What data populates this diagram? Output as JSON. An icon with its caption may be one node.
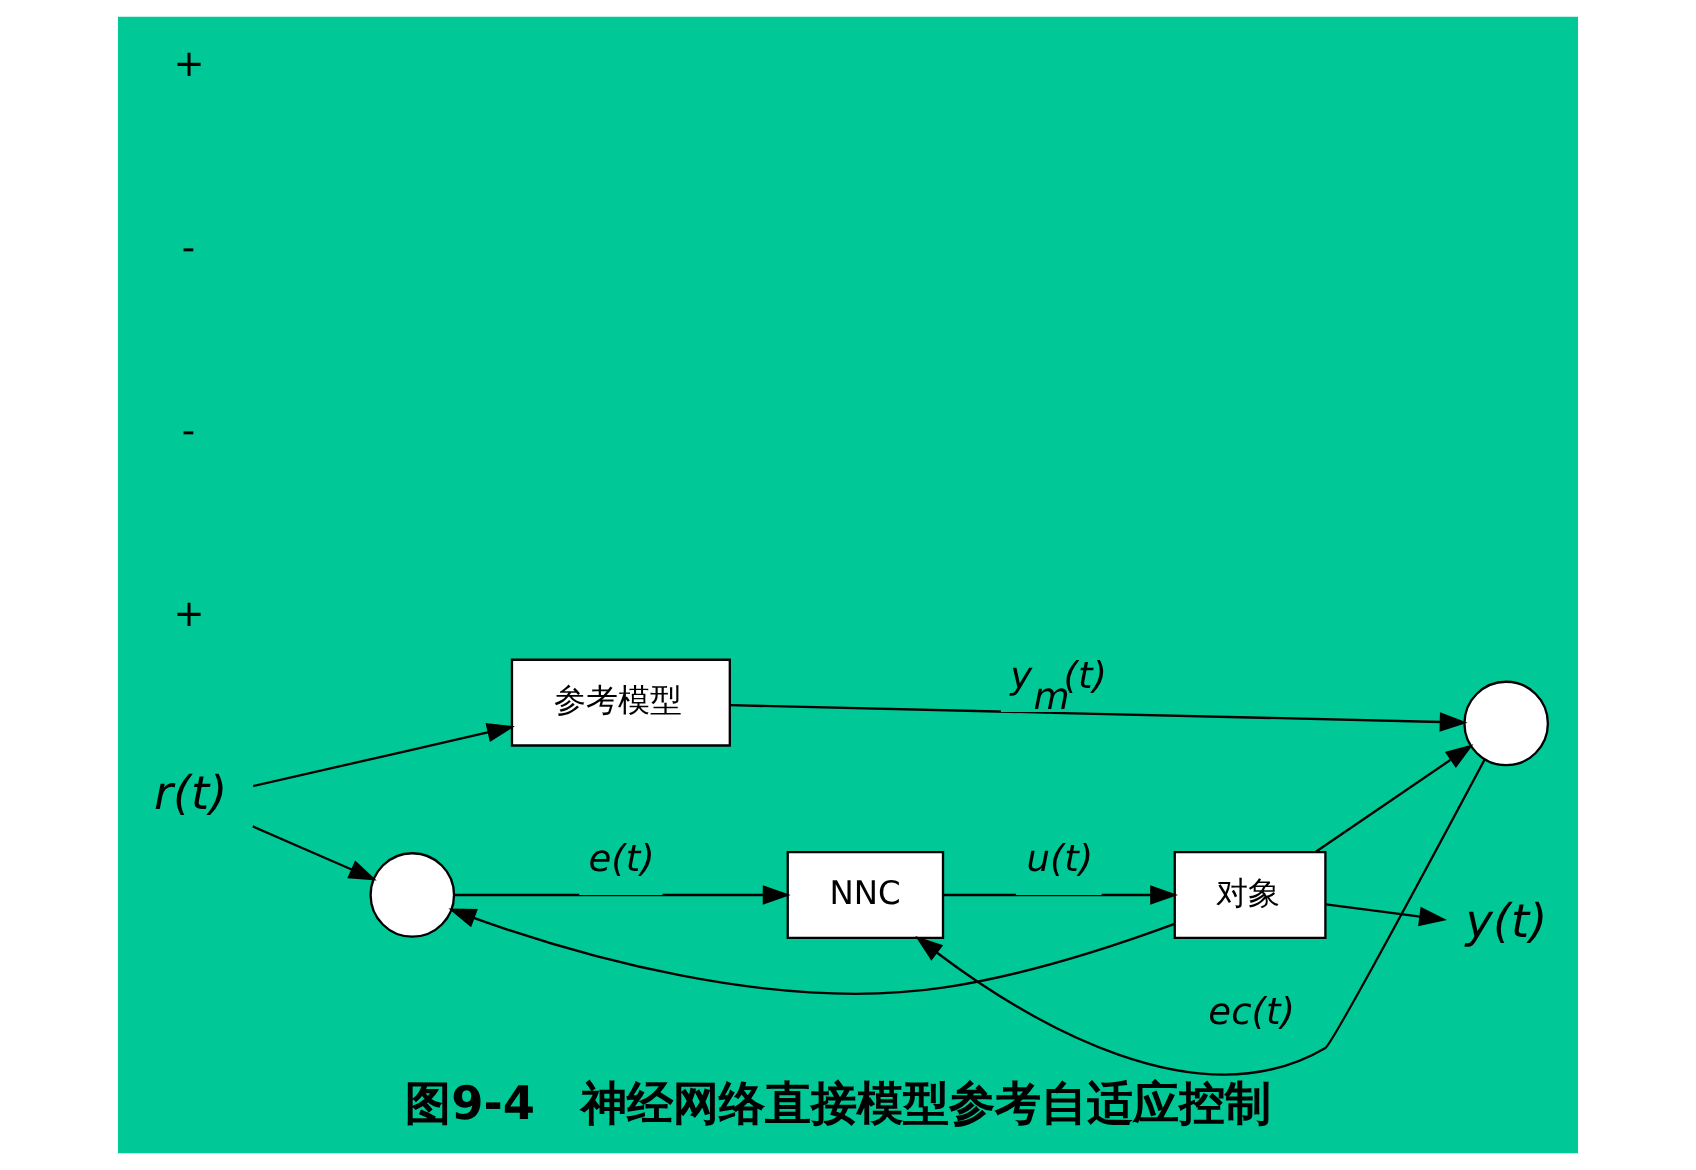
{
  "diagram": {
    "caption": "图9-4　神经网络直接模型参考自适应控制",
    "nodes": [
      {
        "text": [
          "参考模型"
        ]
      },
      {
        "text": [
          "r(t)"
        ]
      },
      {
        "text": [],
        "shape": "circle"
      },
      {
        "text": [
          "NNC"
        ]
      },
      {
        "text": [
          "对象"
        ]
      },
      {
        "text": [],
        "shape": "circle"
      },
      {
        "text": [
          "y(t)"
        ]
      }
    ],
    "edges": [
      {
        "from": 1,
        "to": 0,
        "arrow": "to"
      },
      {
        "from": 1,
        "to": 2,
        "arrow": "to"
      },
      {
        "from": 0,
        "to": 5,
        "arrow": "to",
        "label": "y$_{m}$(t)"
      },
      {
        "from": 2,
        "to": 3,
        "arrow": "to",
        "label": "e(t)"
      },
      {
        "from": 3,
        "to": 4,
        "arrow": "to",
        "label": "u(t)"
      },
      {
        "from": 4,
        "to": 6,
        "arrow": "to"
      },
      {
        "from": 4,
        "to": 5,
        "arrow": "to"
      },
      {
        "from": 4,
        "to": 2,
        "arrow": "to"
      },
      {
        "from": 5,
        "to": 3,
        "arrow": "to",
        "label": "ec(t)"
      }
    ],
    "labels": [
      "+",
      "-",
      "-",
      "+"
    ]
  }
}
